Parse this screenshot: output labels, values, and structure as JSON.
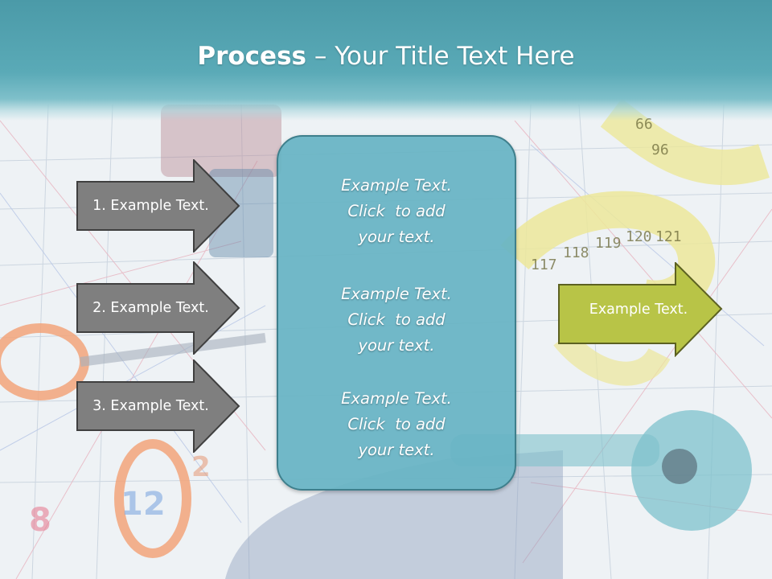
{
  "title": {
    "bold": "Process",
    "rest": " – Your Title Text Here"
  },
  "left_steps": [
    {
      "label": "1. Example Text."
    },
    {
      "label": "2. Example Text."
    },
    {
      "label": "3. Example Text."
    }
  ],
  "center_panel": [
    {
      "line1": "Example Text.",
      "line2": "Click  to add",
      "line3": "your text."
    },
    {
      "line1": "Example Text.",
      "line2": "Click  to add",
      "line3": "your text."
    },
    {
      "line1": "Example Text.",
      "line2": "Click  to add",
      "line3": "your text."
    }
  ],
  "right_arrow": {
    "label": "Example Text."
  },
  "colors": {
    "header": "#5aaab7",
    "gray_arrow": "#7f7f7f",
    "panel": "#67b4c4",
    "green_arrow": "#b8c447"
  },
  "background_numbers": [
    "66",
    "96",
    "117",
    "118",
    "119",
    "120",
    "121",
    "12",
    "8",
    "2"
  ]
}
